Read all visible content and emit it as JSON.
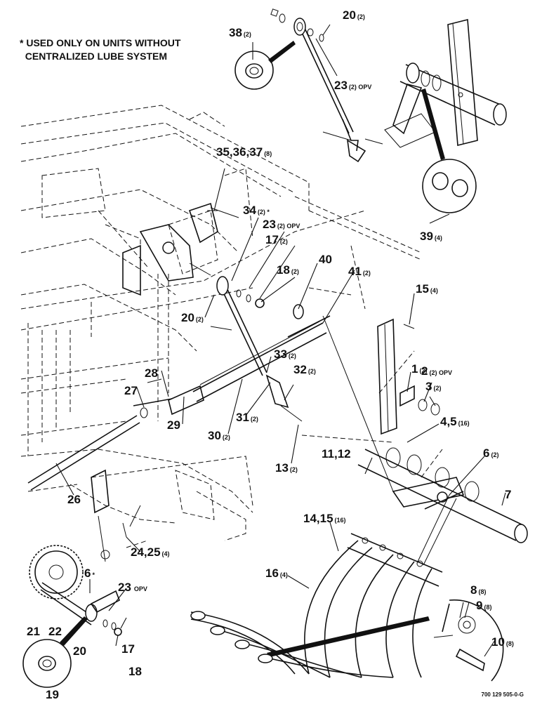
{
  "note": {
    "line1": "* USED ONLY ON UNITS WITHOUT",
    "line2": "CENTRALIZED LUBE SYSTEM"
  },
  "callouts": [
    {
      "num": "20",
      "qty": "(2)"
    },
    {
      "num": "38",
      "qty": "(2)"
    },
    {
      "num": "23",
      "qty": "(2) OPV"
    },
    {
      "num": "35,36,37",
      "qty": "(8)"
    },
    {
      "num": "34",
      "qty": "(2) *"
    },
    {
      "num": "23",
      "qty": "(2) OPV"
    },
    {
      "num": "17",
      "qty": "(2)"
    },
    {
      "num": "39",
      "qty": "(4)"
    },
    {
      "num": "40",
      "qty": ""
    },
    {
      "num": "41",
      "qty": "(2)"
    },
    {
      "num": "18",
      "qty": "(2)"
    },
    {
      "num": "15",
      "qty": "(4)"
    },
    {
      "num": "20",
      "qty": "(2)"
    },
    {
      "num": "33",
      "qty": "(2)"
    },
    {
      "num": "1",
      "qty": "(2)"
    },
    {
      "num": "28",
      "qty": ""
    },
    {
      "num": "32",
      "qty": "(2)"
    },
    {
      "num": "2",
      "qty": "(2) OPV"
    },
    {
      "num": "27",
      "qty": ""
    },
    {
      "num": "3",
      "qty": "(2)"
    },
    {
      "num": "29",
      "qty": ""
    },
    {
      "num": "31",
      "qty": "(2)"
    },
    {
      "num": "4,5",
      "qty": "(16)"
    },
    {
      "num": "30",
      "qty": "(2)"
    },
    {
      "num": "13",
      "qty": "(2)"
    },
    {
      "num": "11,12",
      "qty": ""
    },
    {
      "num": "6",
      "qty": "(2)"
    },
    {
      "num": "26",
      "qty": ""
    },
    {
      "num": "7",
      "qty": ""
    },
    {
      "num": "14,15",
      "qty": "(16)"
    },
    {
      "num": "24,25",
      "qty": "(4)"
    },
    {
      "num": "6",
      "qty": "*"
    },
    {
      "num": "23",
      "qty": "OPV"
    },
    {
      "num": "16",
      "qty": "(4)"
    },
    {
      "num": "8",
      "qty": "(8)"
    },
    {
      "num": "9",
      "qty": "(8)"
    },
    {
      "num": "21",
      "qty": ""
    },
    {
      "num": "22",
      "qty": ""
    },
    {
      "num": "17",
      "qty": ""
    },
    {
      "num": "20",
      "qty": ""
    },
    {
      "num": "10",
      "qty": "(8)"
    },
    {
      "num": "18",
      "qty": ""
    },
    {
      "num": "19",
      "qty": ""
    }
  ],
  "drawing_id": "700 129 505-0-G"
}
